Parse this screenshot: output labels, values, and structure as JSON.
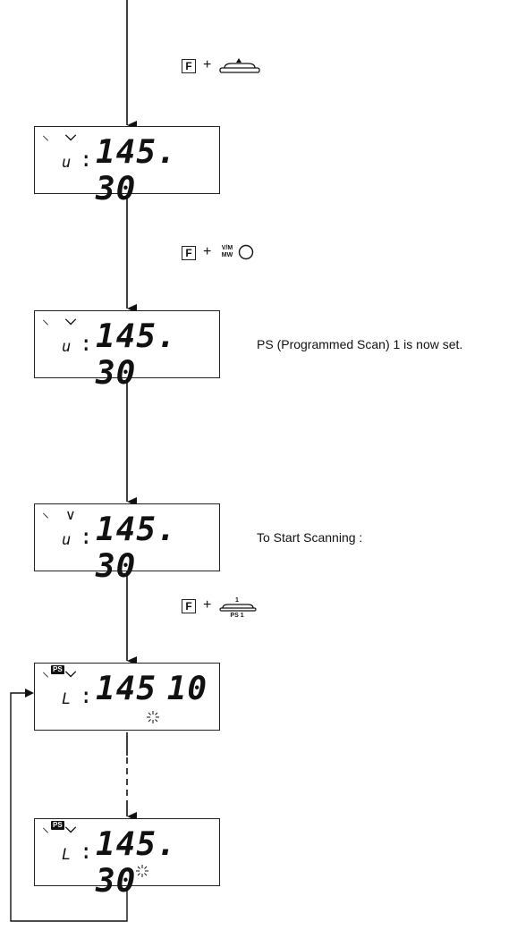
{
  "displays": [
    {
      "ps_badge": "",
      "channel": "u",
      "freq_main": "145",
      "dot": ".",
      "freq_dec": "30"
    },
    {
      "ps_badge": "",
      "channel": "u",
      "freq_main": "145",
      "dot": ".",
      "freq_dec": "30"
    },
    {
      "ps_badge": "",
      "channel": "u",
      "freq_main": "145",
      "dot": ".",
      "freq_dec": "30"
    },
    {
      "ps_badge": "PS",
      "channel": "L",
      "freq_main": "145",
      "dot": " ",
      "freq_dec": "10"
    },
    {
      "ps_badge": "PS",
      "channel": "L",
      "freq_main": "145",
      "dot": ".",
      "freq_dec": "30"
    }
  ],
  "key_steps": [
    {
      "f_key": "F",
      "plus": "+",
      "key_label_top": "",
      "key_label_bottom": "",
      "key_icon": "up-arrow-key-icon"
    },
    {
      "f_key": "F",
      "plus": "+",
      "key_label_top": "V/M",
      "key_label_bottom": "MW",
      "key_icon": "round-button-icon"
    },
    {
      "f_key": "F",
      "plus": "+",
      "key_label_top": "1",
      "key_label_bottom": "PS 1",
      "key_icon": "flat-key-icon"
    }
  ],
  "notes": {
    "ps_set": "PS (Programmed Scan) 1 is now set.",
    "start_scanning": "To Start Scanning :"
  }
}
